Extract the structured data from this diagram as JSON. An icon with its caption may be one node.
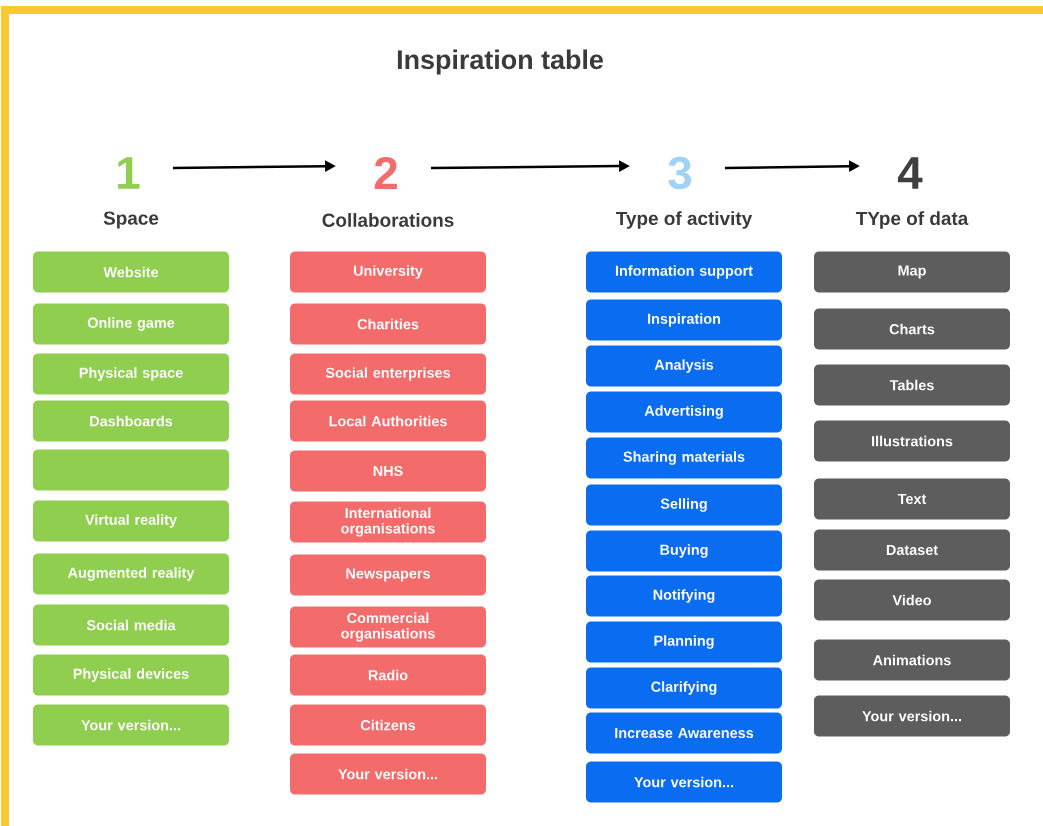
{
  "diagram": {
    "title": "Inspiration table",
    "nodes": [
      {
        "text": [
          "1"
        ],
        "beside": [
          "Space"
        ]
      },
      {
        "text": [
          "Website"
        ]
      },
      {
        "text": [
          "Online game"
        ]
      },
      {
        "text": [
          "Physical space"
        ]
      },
      {
        "text": [
          "Dashboards"
        ]
      },
      {
        "text": [],
        "shape": "box"
      },
      {
        "text": [
          "Virtual reality"
        ]
      },
      {
        "text": [
          "Augmented reality"
        ]
      },
      {
        "text": [
          "Social media"
        ]
      },
      {
        "text": [
          "Physical devices"
        ]
      },
      {
        "text": [
          "Your version..."
        ]
      },
      {
        "text": [
          "2"
        ],
        "beside": [
          "Collaborations"
        ]
      },
      {
        "text": [
          "University"
        ]
      },
      {
        "text": [
          "Charities"
        ]
      },
      {
        "text": [
          "Social enterprises"
        ]
      },
      {
        "text": [
          "Local Authorities"
        ]
      },
      {
        "text": [
          "NHS"
        ]
      },
      {
        "text": [
          "International organisations"
        ]
      },
      {
        "text": [
          "Newspapers"
        ]
      },
      {
        "text": [
          "Commercial organisations"
        ]
      },
      {
        "text": [
          "Radio"
        ]
      },
      {
        "text": [
          "Citizens"
        ]
      },
      {
        "text": [
          "Your version..."
        ]
      },
      {
        "text": [
          "3"
        ],
        "beside": [
          "Type of activity"
        ]
      },
      {
        "text": [
          "Information support"
        ]
      },
      {
        "text": [
          "Inspiration"
        ]
      },
      {
        "text": [
          "Analysis"
        ]
      },
      {
        "text": [
          "Advertising"
        ]
      },
      {
        "text": [
          "Sharing materials"
        ]
      },
      {
        "text": [
          "Selling"
        ]
      },
      {
        "text": [
          "Buying"
        ]
      },
      {
        "text": [
          "Notifying"
        ]
      },
      {
        "text": [
          "Planning"
        ]
      },
      {
        "text": [
          "Clarifying"
        ]
      },
      {
        "text": [
          "Increase Awareness"
        ]
      },
      {
        "text": [
          "Your version..."
        ]
      },
      {
        "text": [
          "4"
        ],
        "beside": [
          "TYpe of data"
        ]
      },
      {
        "text": [
          "Map"
        ]
      },
      {
        "text": [
          "Charts"
        ]
      },
      {
        "text": [
          "Tables"
        ]
      },
      {
        "text": [
          "Illustrations"
        ]
      },
      {
        "text": [
          "Text"
        ]
      },
      {
        "text": [
          "Dataset"
        ]
      },
      {
        "text": [
          "Video"
        ]
      },
      {
        "text": [
          "Animations"
        ]
      },
      {
        "text": [
          "Your version..."
        ]
      }
    ],
    "edges": [
      {
        "from": 0,
        "to": 11,
        "arrow": "to"
      },
      {
        "from": 11,
        "to": 23,
        "arrow": "to"
      },
      {
        "from": 23,
        "to": 36,
        "arrow": "to"
      }
    ]
  }
}
